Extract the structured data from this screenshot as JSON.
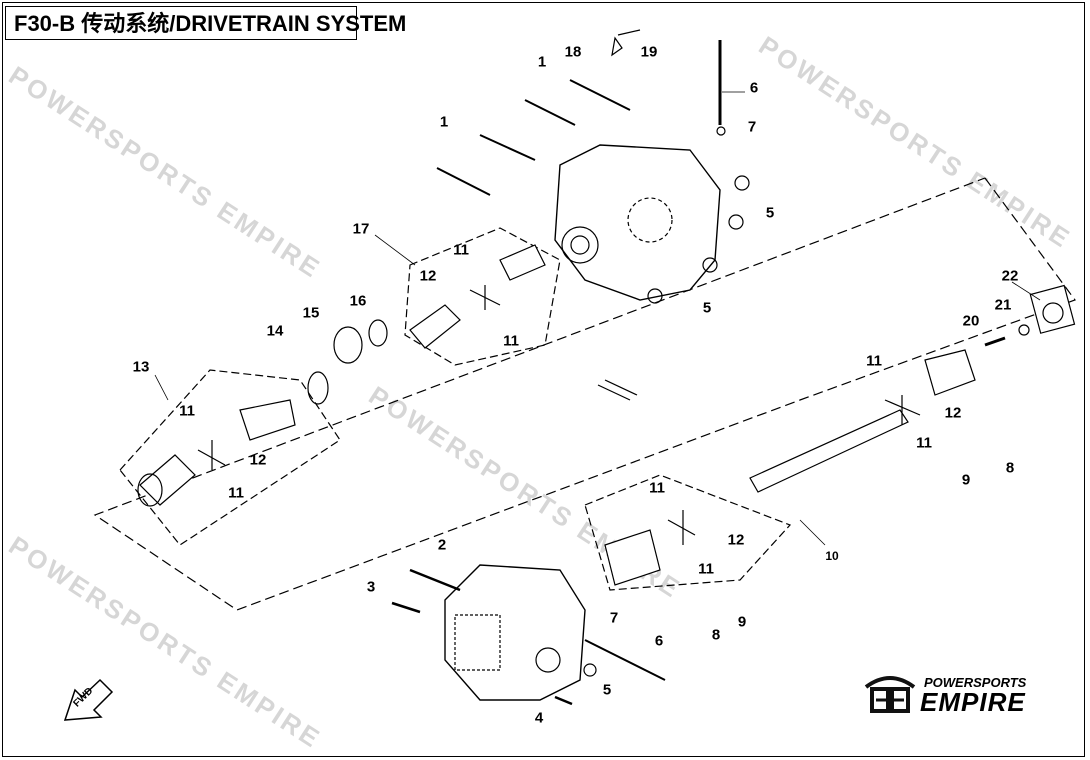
{
  "title": "F30-B 传动系统/DRIVETRAIN SYSTEM",
  "watermark": "POWERSPORTS EMPIRE",
  "fwd_label": "FWD",
  "logo": {
    "line1": "POWERSPORTS",
    "line2": "EMPIRE"
  },
  "callouts": [
    "18",
    "19",
    "1",
    "6",
    "7",
    "1",
    "5",
    "5",
    "17",
    "11",
    "12",
    "11",
    "16",
    "15",
    "14",
    "13",
    "11",
    "12",
    "11",
    "22",
    "21",
    "20",
    "11",
    "12",
    "11",
    "9",
    "8",
    "11",
    "12",
    "11",
    "10",
    "2",
    "3",
    "7",
    "8",
    "9",
    "6",
    "5",
    "4"
  ]
}
